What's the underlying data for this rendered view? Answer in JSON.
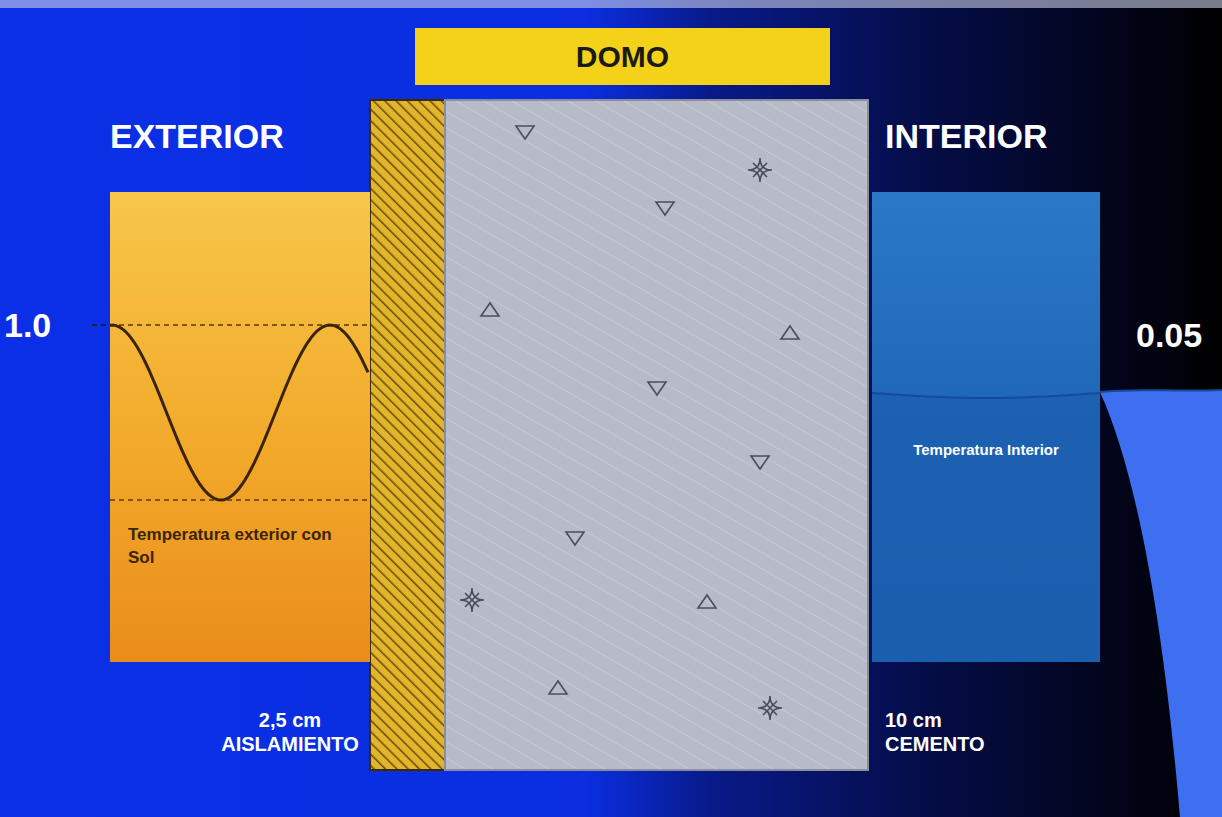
{
  "diagram": {
    "title": "DOMO",
    "nodes": [
      {
        "text": [
          "Temperatura exterior con Sol"
        ]
      },
      {
        "text": [
          "Temperatura Interior"
        ]
      }
    ],
    "labels": [
      "EXTERIOR",
      "INTERIOR",
      "1.0",
      "0.05",
      "2,5 cm AISLAMIENTO",
      "10 cm CEMENTO"
    ]
  }
}
